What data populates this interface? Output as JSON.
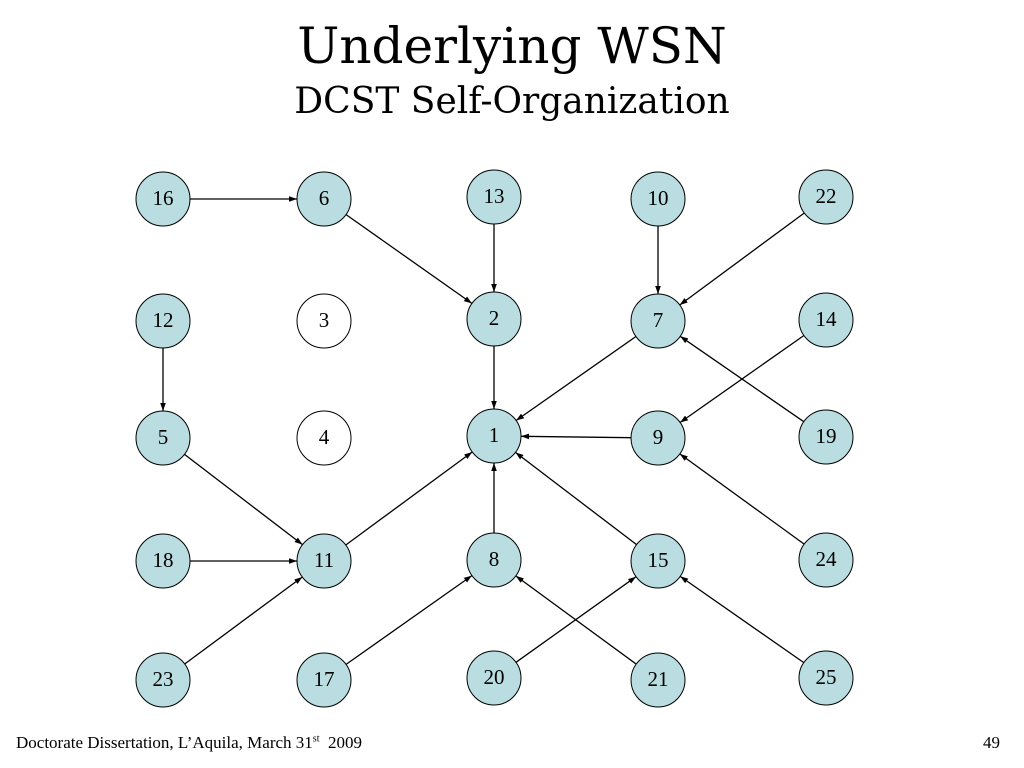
{
  "slide": {
    "title": "Underlying WSN",
    "subtitle": "DCST Self-Organization",
    "footer": {
      "text": "Doctorate Dissertation, L’Aquila, March 31",
      "superscript": "st",
      "year": "2009"
    },
    "page_number": "49"
  },
  "colors": {
    "node_fill": "#b9dde0",
    "isolated_fill": "#ffffff",
    "stroke": "#000000"
  },
  "diagram": {
    "nodes": [
      {
        "id": "16",
        "isolated": false
      },
      {
        "id": "6",
        "isolated": false
      },
      {
        "id": "13",
        "isolated": false
      },
      {
        "id": "10",
        "isolated": false
      },
      {
        "id": "22",
        "isolated": false
      },
      {
        "id": "12",
        "isolated": false
      },
      {
        "id": "3",
        "isolated": true
      },
      {
        "id": "2",
        "isolated": false
      },
      {
        "id": "7",
        "isolated": false
      },
      {
        "id": "14",
        "isolated": false
      },
      {
        "id": "5",
        "isolated": false
      },
      {
        "id": "4",
        "isolated": true
      },
      {
        "id": "1",
        "isolated": false
      },
      {
        "id": "9",
        "isolated": false
      },
      {
        "id": "19",
        "isolated": false
      },
      {
        "id": "18",
        "isolated": false
      },
      {
        "id": "11",
        "isolated": false
      },
      {
        "id": "8",
        "isolated": false
      },
      {
        "id": "15",
        "isolated": false
      },
      {
        "id": "24",
        "isolated": false
      },
      {
        "id": "23",
        "isolated": false
      },
      {
        "id": "17",
        "isolated": false
      },
      {
        "id": "20",
        "isolated": false
      },
      {
        "id": "21",
        "isolated": false
      },
      {
        "id": "25",
        "isolated": false
      }
    ],
    "edges": [
      {
        "from": "16",
        "to": "6"
      },
      {
        "from": "6",
        "to": "2"
      },
      {
        "from": "13",
        "to": "2"
      },
      {
        "from": "10",
        "to": "7"
      },
      {
        "from": "22",
        "to": "7"
      },
      {
        "from": "12",
        "to": "5"
      },
      {
        "from": "2",
        "to": "1"
      },
      {
        "from": "7",
        "to": "1"
      },
      {
        "from": "14",
        "to": "9"
      },
      {
        "from": "19",
        "to": "7"
      },
      {
        "from": "9",
        "to": "1"
      },
      {
        "from": "5",
        "to": "11"
      },
      {
        "from": "11",
        "to": "1"
      },
      {
        "from": "8",
        "to": "1"
      },
      {
        "from": "15",
        "to": "1"
      },
      {
        "from": "24",
        "to": "9"
      },
      {
        "from": "18",
        "to": "11"
      },
      {
        "from": "23",
        "to": "11"
      },
      {
        "from": "17",
        "to": "8"
      },
      {
        "from": "20",
        "to": "15"
      },
      {
        "from": "21",
        "to": "8"
      },
      {
        "from": "25",
        "to": "15"
      }
    ]
  }
}
